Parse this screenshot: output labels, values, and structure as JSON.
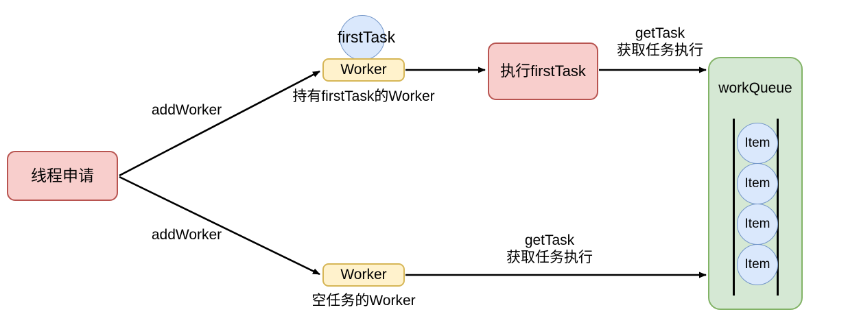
{
  "diagram": {
    "title": "Thread pool worker / workQueue flow",
    "colors": {
      "red_fill": "#f8cecc",
      "red_stroke": "#b85450",
      "yellow_fill": "#fff2cc",
      "yellow_stroke": "#d6b656",
      "green_fill": "#d5e8d4",
      "green_stroke": "#82b366",
      "blue_fill": "#dae8fc",
      "blue_stroke": "#7396c8",
      "edge": "#000000"
    },
    "nodes": {
      "thread_request": {
        "label": "线程申请"
      },
      "first_task_badge": {
        "label": "firstTask"
      },
      "worker_top": {
        "label": "Worker"
      },
      "worker_top_caption": {
        "label": "持有firstTask的Worker"
      },
      "execute_first_task": {
        "label": "执行firstTask"
      },
      "worker_bottom": {
        "label": "Worker"
      },
      "worker_bottom_caption": {
        "label": "空任务的Worker"
      },
      "work_queue": {
        "label": "workQueue",
        "items": [
          {
            "label": "Item"
          },
          {
            "label": "Item"
          },
          {
            "label": "Item"
          },
          {
            "label": "Item"
          }
        ]
      }
    },
    "edges": {
      "add_worker_top": {
        "label": "addWorker"
      },
      "add_worker_bottom": {
        "label": "addWorker"
      },
      "get_task_top": {
        "line1": "getTask",
        "line2": "获取任务执行"
      },
      "get_task_bottom": {
        "line1": "getTask",
        "line2": "获取任务执行"
      }
    }
  }
}
